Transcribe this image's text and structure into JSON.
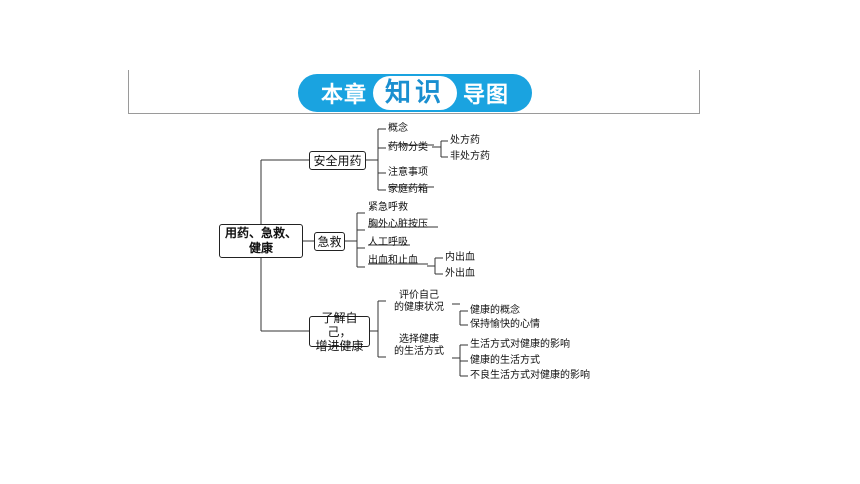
{
  "banner": {
    "left": "本章",
    "pill": "知识",
    "right": "导图"
  },
  "root": {
    "line1": "用药、急救、",
    "line2": "健康"
  },
  "branches": {
    "safe": {
      "label": "安全用药",
      "items": [
        "概念",
        "药物分类",
        "注意事项",
        "家庭药箱"
      ],
      "drug_types": [
        "处方药",
        "非处方药"
      ]
    },
    "aid": {
      "label": "急救",
      "items": [
        "紧急呼救",
        "胸外心脏按压",
        "人工呼吸",
        "出血和止血"
      ],
      "bleeding": [
        "内出血",
        "外出血"
      ]
    },
    "health": {
      "label_line1": "了解自己，",
      "label_line2": "增进健康",
      "evaluate": {
        "label_line1": "评价自己",
        "label_line2": "的健康状况",
        "items": [
          "健康的概念",
          "保持愉快的心情"
        ]
      },
      "lifestyle": {
        "label_line1": "选择健康",
        "label_line2": "的生活方式",
        "items": [
          "生活方式对健康的影响",
          "健康的生活方式",
          "不良生活方式对健康的影响"
        ]
      }
    }
  }
}
